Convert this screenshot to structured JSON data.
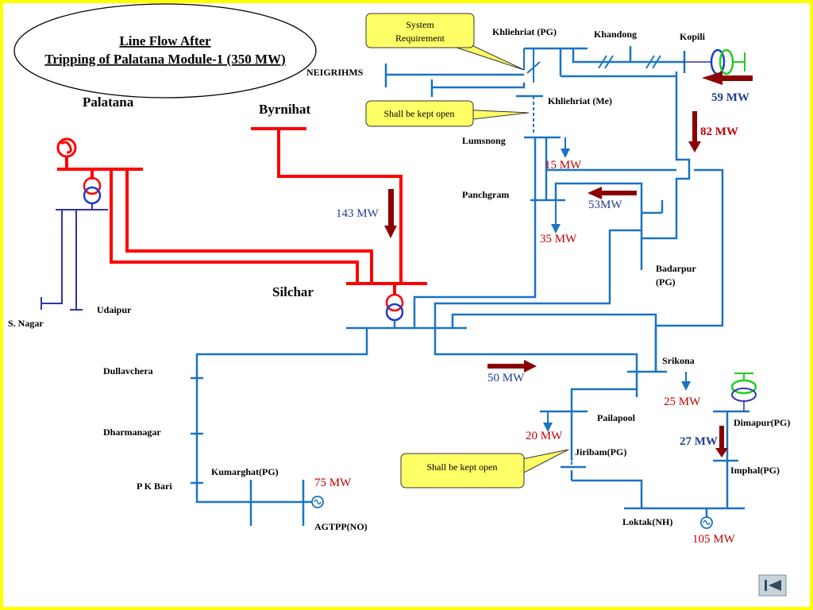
{
  "title": {
    "line1": "Line Flow After",
    "line2": "Tripping of Palatana Module-1 (350 MW)"
  },
  "callouts": {
    "system_requirement_1": "System",
    "system_requirement_2": "Requirement",
    "open_top": "Shall be kept open",
    "open_bottom": "Shall be kept open"
  },
  "stations": {
    "palatana": "Palatana",
    "byrnihat": "Byrnihat",
    "silchar": "Silchar",
    "neigrihms": "NEIGRIHMS",
    "khliehriat_pg": "Khliehriat (PG)",
    "khandong": "Khandong",
    "kopili": "Kopili",
    "khliehriat_me": "Khliehriat (Me)",
    "lumsnong": "Lumsnong",
    "panchgram": "Panchgram",
    "badarpur_1": "Badarpur",
    "badarpur_2": "(PG)",
    "srikona": "Srikona",
    "pailapool": "Pailapool",
    "jiribam": "Jiribam(PG)",
    "dimapur": "Dimapur(PG)",
    "imphal": "Imphal(PG)",
    "loktak": "Loktak(NH)",
    "s_nagar": "S. Nagar",
    "udaipur": "Udaipur",
    "dullavchera": "Dullavchera",
    "dharmanagar": "Dharmanagar",
    "pk_bari": "P K Bari",
    "kumarghat": "Kumarghat(PG)",
    "agtpp": "AGTPP(NO)"
  },
  "flows": {
    "kopili": "59 MW",
    "khliehriat_82": "82 MW",
    "lumsnong": "15 MW",
    "panchgram_53": "53MW",
    "panchgram_35": "35 MW",
    "byrnihat_silchar": "143 MW",
    "silchar_srikona": "50 MW",
    "srikona": "25 MW",
    "pailapool": "20 MW",
    "dimapur_imphal": "27 MW",
    "agtpp": "75 MW",
    "loktak": "105 MW"
  },
  "colors": {
    "frame": "#ffff00",
    "line_blue": "#1a73c4",
    "line_red": "#ff0000",
    "arrow": "#8b0000",
    "callout_fill": "#ffff66",
    "dark_blue": "#3333aa",
    "green": "#22cc22"
  }
}
